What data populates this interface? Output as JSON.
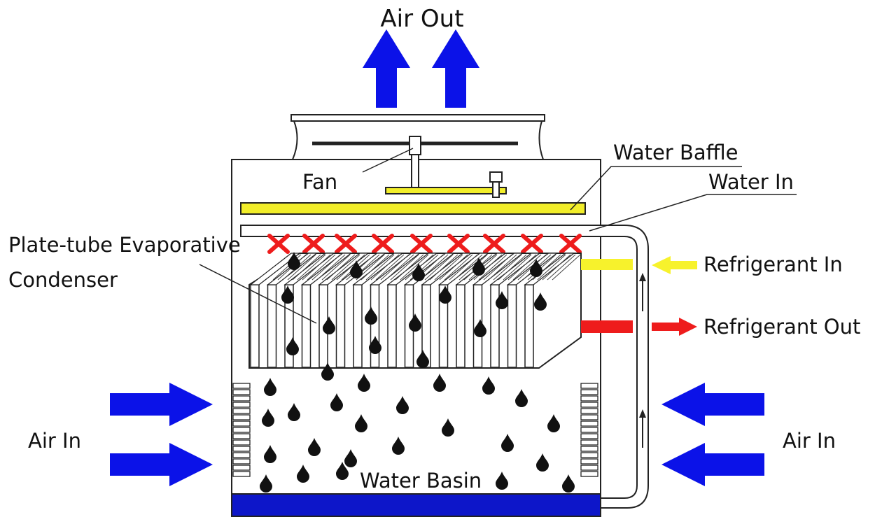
{
  "labels": {
    "air_out": "Air Out",
    "fan": "Fan",
    "water_baffle": "Water Baffle",
    "water_in": "Water In",
    "condenser_line1": "Plate-tube Evaporative",
    "condenser_line2": "Condenser",
    "refrigerant_in": "Refrigerant In",
    "refrigerant_out": "Refrigerant Out",
    "air_in_left": "Air In",
    "air_in_right": "Air In",
    "water_basin": "Water Basin"
  },
  "colors": {
    "air_arrow": "#0b12e8",
    "baffle": "#f2ee2a",
    "spray_nozzle": "#ee1c1c",
    "refrigerant_in": "#f7f22c",
    "refrigerant_out": "#ee1c1c",
    "water_basin": "#0d16c9",
    "outline": "#222222",
    "droplet": "#111111"
  },
  "icons": {
    "air_flow": "arrow-icon",
    "spray": "cross-icon",
    "water_drop": "droplet-icon"
  }
}
